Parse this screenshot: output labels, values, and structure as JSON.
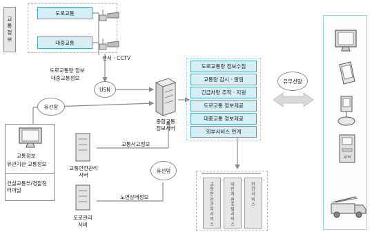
{
  "sidebar": {
    "title": "교통정보"
  },
  "top_boxes": {
    "road": "도로교통",
    "public": "대중교통"
  },
  "sensor_label": "센서 · CCTV",
  "info_labels": {
    "road_info": "도로교통량 정보",
    "public_info": "대중교통정보"
  },
  "usn": "USN",
  "wired_top": "유선망",
  "wired_mid": "유선망",
  "wireless": "유무선망",
  "server": {
    "label": "종합교통\n정보서버"
  },
  "accident_label": "교통사고정보",
  "road_condition_label": "노면상태정보",
  "traffic_safety_server": "교통안전관리\n서버",
  "road_mgmt_server": "도로관리\n서버",
  "left_panel": {
    "monitor_caption": "교통정보",
    "org_label": "유관기관 교통정보",
    "ministry_label": "건설교통부/경찰청\n터미널"
  },
  "services": [
    "도로교통량 정보수집",
    "교통량 감시 · 알림",
    "긴급차량 추적 · 지원",
    "도로교통 정보제공",
    "대중교통 정보제공",
    "외부서비스 연계"
  ],
  "bottom_services": [
    "교통안전관리서비스",
    "대민지원포털서비스",
    "민간서비스"
  ],
  "device_icons": [
    "monitor-icon",
    "pda-icon",
    "kiosk-icon",
    "atm-icon",
    "fire-truck-icon"
  ],
  "colors": {
    "accent": "#3fa6c4",
    "box_fill": "#d6eef6",
    "arrow": "#8a8a8a"
  }
}
